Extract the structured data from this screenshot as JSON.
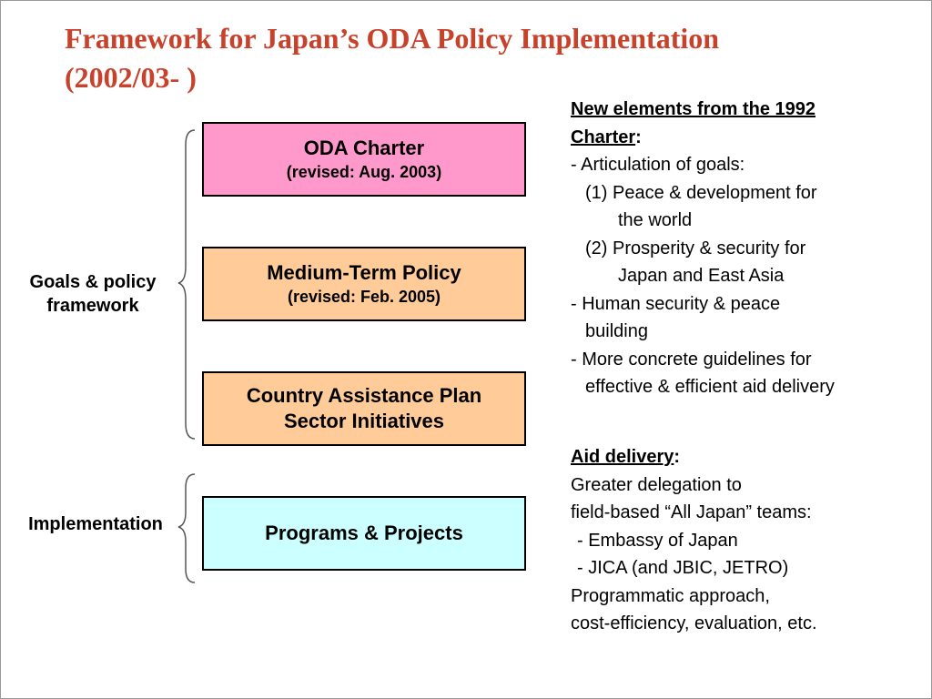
{
  "title": {
    "line1": "Framework for Japan’s ODA Policy Implementation",
    "line2": "(2002/03- )"
  },
  "boxes": {
    "charter": {
      "line1": "ODA Charter",
      "line2": "(revised: Aug. 2003)"
    },
    "medium": {
      "line1": "Medium-Term Policy",
      "line2": "(revised: Feb. 2005)"
    },
    "country": {
      "line1": "Country Assistance Plan",
      "line2": "Sector Initiatives"
    },
    "programs": {
      "line1": "Programs & Projects"
    }
  },
  "labels": {
    "goals_line1": "Goals & policy",
    "goals_line2": "framework",
    "implementation": "Implementation"
  },
  "new_elements": {
    "heading_line1": "New elements from the 1992",
    "heading_line2": "Charter",
    "colon": ":",
    "lines": [
      "- Articulation of goals:",
      "(1) Peace & development for",
      "the world",
      "(2) Prosperity & security for",
      "Japan and East Asia",
      "- Human security & peace",
      "building",
      "- More concrete guidelines for",
      "effective & efficient aid delivery"
    ]
  },
  "aid_delivery": {
    "heading": "Aid delivery",
    "colon": ":",
    "lines": [
      "Greater delegation to",
      "field-based “All Japan” teams:",
      " - Embassy of Japan",
      " - JICA (and JBIC, JETRO)",
      "Programmatic approach,",
      "cost-efficiency, evaluation, etc."
    ]
  },
  "colors": {
    "title": "#c8412b",
    "charter_box": "#ff99cc",
    "policy_boxes": "#ffcc99",
    "programs_box": "#ccffff"
  }
}
